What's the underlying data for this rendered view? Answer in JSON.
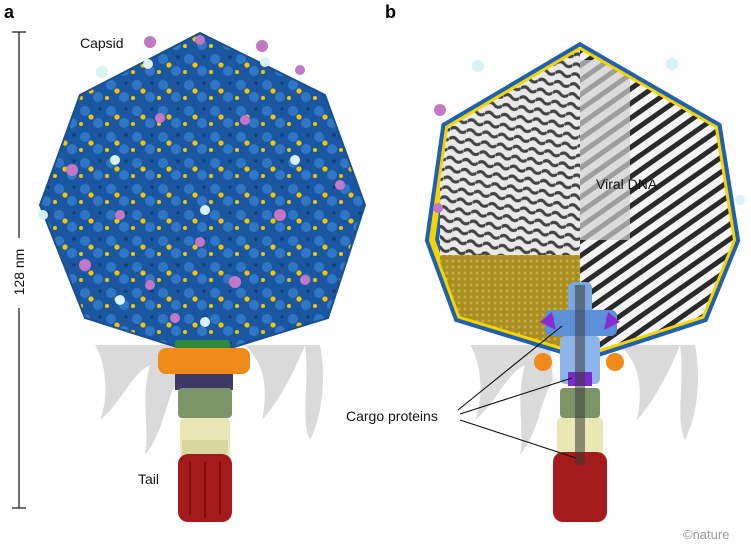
{
  "panels": {
    "a": "a",
    "b": "b"
  },
  "labels": {
    "capsid": "Capsid",
    "tail": "Tail",
    "viral_dna": "Viral DNA",
    "cargo_proteins": "Cargo proteins",
    "scale": "128 nm"
  },
  "credit": "©nature",
  "colors": {
    "capsid_blue": "#1f5fa8",
    "capsid_yellow": "#f5c800",
    "capsid_pink": "#c277c7",
    "capsid_pale": "#cfeef0",
    "portal_orange": "#f08a1a",
    "tail_green": "#7b9468",
    "tail_cream": "#e9e7b6",
    "tail_red": "#a51a1a",
    "fiber_gray": "#cfcfcf",
    "core_olive": "#b49a2c",
    "core_blue": "#7aa7e0",
    "core_purple": "#8a2bd6"
  }
}
